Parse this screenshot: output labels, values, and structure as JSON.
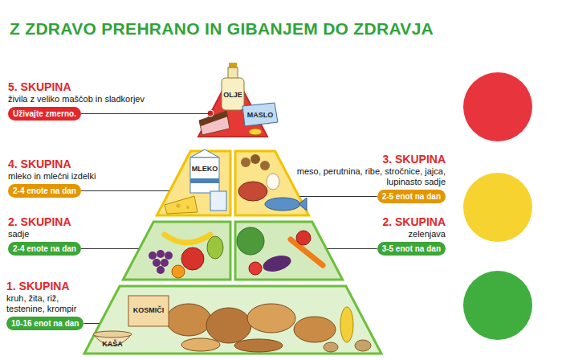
{
  "diagram": {
    "title": "Z ZDRAVO PREHRANO IN GIBANJEM DO ZDRAVJA",
    "nodes": [
      {
        "text": [
          "5. SKUPINA",
          "živila z veliko maščob in sladkorjev",
          "Uživajte zmerno."
        ]
      },
      {
        "text": [
          "4. SKUPINA",
          "mleko in mlečni izdelki",
          "2-4 enote na dan"
        ]
      },
      {
        "text": [
          "3. SKUPINA",
          "meso, perutnina, ribe, stročnice, jajca, lupinasto sadje",
          "2-5 enot na dan"
        ]
      },
      {
        "text": [
          "2. SKUPINA",
          "sadje",
          "2-4 enote na dan"
        ]
      },
      {
        "text": [
          "2. SKUPINA",
          "zelenjava",
          "3-5 enot na dan"
        ]
      },
      {
        "text": [
          "1. SKUPINA",
          "kruh, žita, riž, testenine, krompir",
          "10-16 enot na dan"
        ]
      }
    ],
    "labels": [
      "OLJE",
      "MASLO",
      "MLEKO",
      "KOSMIČI",
      "KAŠA"
    ]
  }
}
